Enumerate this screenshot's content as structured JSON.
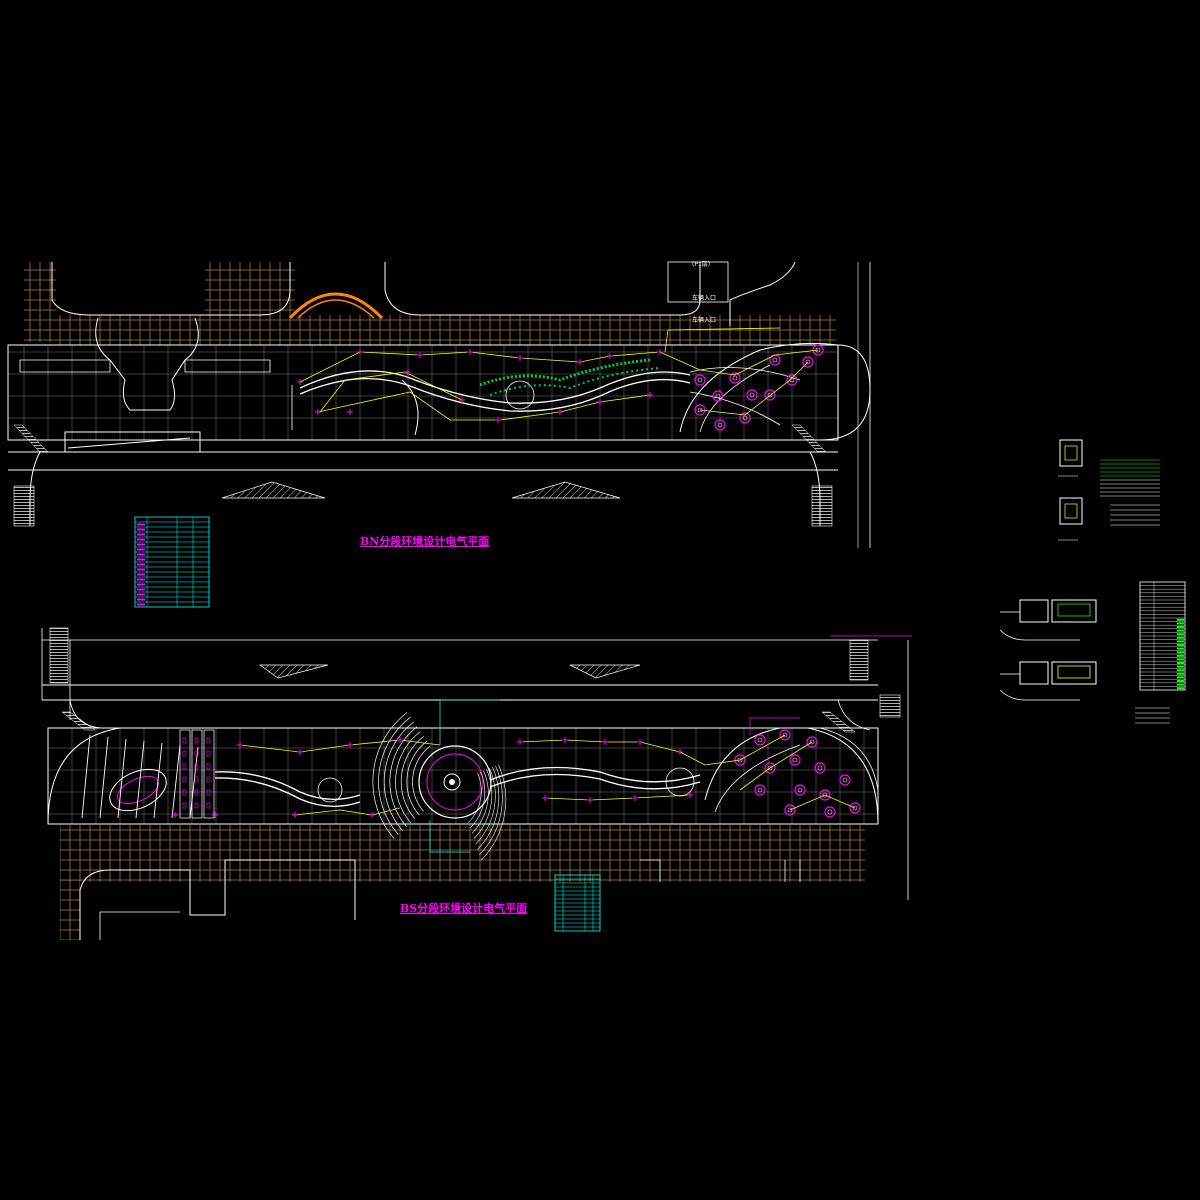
{
  "titles": {
    "bn_plan": "BN分段环境设计电气平面",
    "bs_plan": "BS分段环境设计电气平面"
  },
  "labels": {
    "bn_top_note": "(P1层)",
    "bn_entry_1": "车辆入口",
    "bn_entry_2": "车辆入口"
  },
  "colors": {
    "background": "#000000",
    "grid_paving": "#b8863a",
    "outline": "#ffffff",
    "wiring": "#ffff00",
    "fixtures": "#ff00ff",
    "legend_tables": "#00ffff",
    "shrubs": "#00cc33",
    "arch": "#ff8800"
  }
}
